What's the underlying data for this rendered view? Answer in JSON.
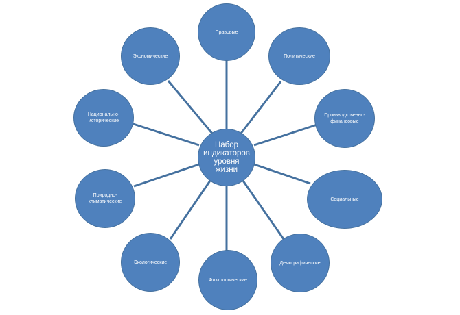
{
  "diagram": {
    "center": "Набор\nиндикаторов\n уровня\nжизни",
    "nodes": [
      "Правовые",
      "Политические",
      "Производственно-\nфинансовые",
      "Социальные",
      "Демографические",
      "Физкологические",
      "Экологические",
      "Природно-\nклиматические",
      "Национально-\nисторические",
      "Экономические"
    ],
    "colors": {
      "fill": "#4f81bd",
      "border": "#45719f",
      "connector": "#45719f",
      "text": "#ffffff"
    }
  }
}
